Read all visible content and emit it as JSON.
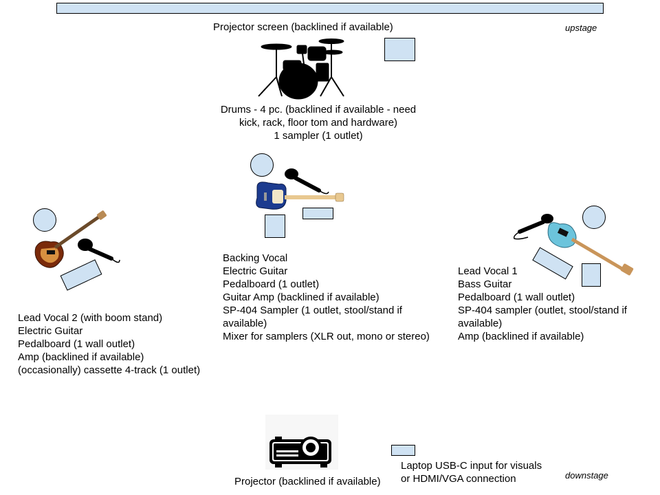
{
  "labels": {
    "screen": "Projector screen (backlined if available)",
    "upstage": "upstage",
    "downstage": "downstage",
    "projector": "Projector (backlined if available)"
  },
  "drums": {
    "lines": [
      "Drums - 4 pc. (backlined if available - need",
      "kick, rack, floor tom and hardware)",
      "1 sampler (1 outlet)"
    ]
  },
  "center_player": {
    "lines": [
      "Backing Vocal",
      "Electric Guitar",
      "Pedalboard (1 outlet)",
      "Guitar Amp (backlined if available)",
      "SP-404 Sampler (1 outlet, stool/stand if",
      "available)",
      "Mixer for samplers (XLR out, mono or stereo)"
    ]
  },
  "left_player": {
    "lines": [
      "Lead Vocal 2 (with boom stand)",
      "Electric Guitar",
      "Pedalboard (1 wall outlet)",
      "Amp (backlined if available)",
      "(occasionally) cassette 4-track (1 outlet)"
    ]
  },
  "right_player": {
    "lines": [
      "Lead Vocal 1",
      "Bass Guitar",
      "Pedalboard (1 wall outlet)",
      "SP-404 sampler (outlet, stool/stand if",
      "available)",
      "Amp (backlined if available)"
    ]
  },
  "laptop": {
    "lines": [
      "Laptop USB-C input for visuals",
      "or HDMI/VGA connection"
    ]
  },
  "colors": {
    "box_fill": "#cfe2f3",
    "outline": "#000000"
  },
  "icons": [
    "drum-kit-icon",
    "microphone-icon",
    "electric-guitar-icon",
    "bass-guitar-icon",
    "projector-icon"
  ]
}
